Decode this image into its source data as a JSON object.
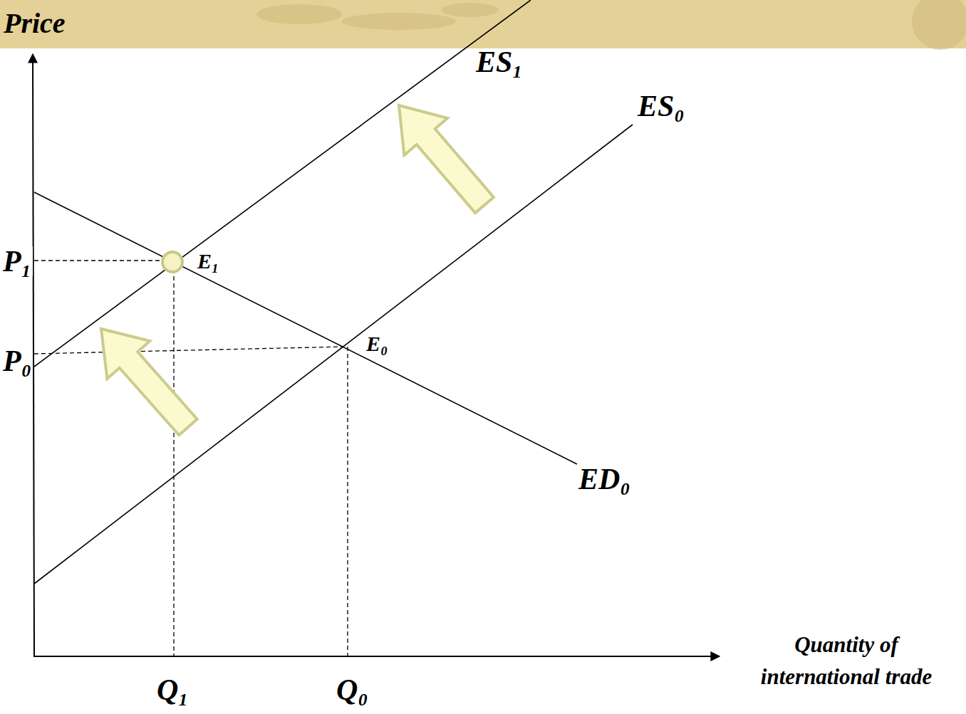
{
  "diagram": {
    "labels": [
      "Price",
      "ES₁",
      "ES₀",
      "P₁",
      "E₁",
      "P₀",
      "E₀",
      "ED₀",
      "Q₁",
      "Q₀",
      "Quantity of international trade"
    ]
  }
}
